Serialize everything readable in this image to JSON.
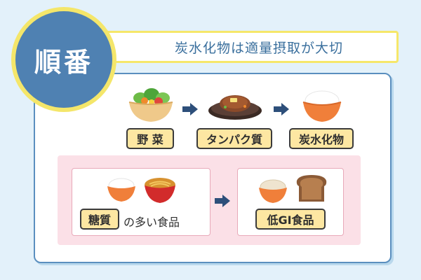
{
  "badge": {
    "label": "順番"
  },
  "banner": {
    "text": "炭水化物は適量摂取が大切"
  },
  "steps": [
    {
      "label": "野 菜",
      "icon": "salad-icon"
    },
    {
      "label": "タンパク質",
      "icon": "steak-icon"
    },
    {
      "label": "炭水化物",
      "icon": "rice-bowl-icon"
    }
  ],
  "comparison": {
    "left": {
      "highlight": "糖質",
      "suffix": "の多い食品"
    },
    "right": {
      "label": "低GI食品"
    }
  },
  "colors": {
    "background": "#e3f1fa",
    "badge": "#4f81b2",
    "accent_yellow": "#f4e66a",
    "label_fill": "#fde7a2",
    "pink_area": "#fbe0e7",
    "arrow": "#2d4f7a"
  }
}
